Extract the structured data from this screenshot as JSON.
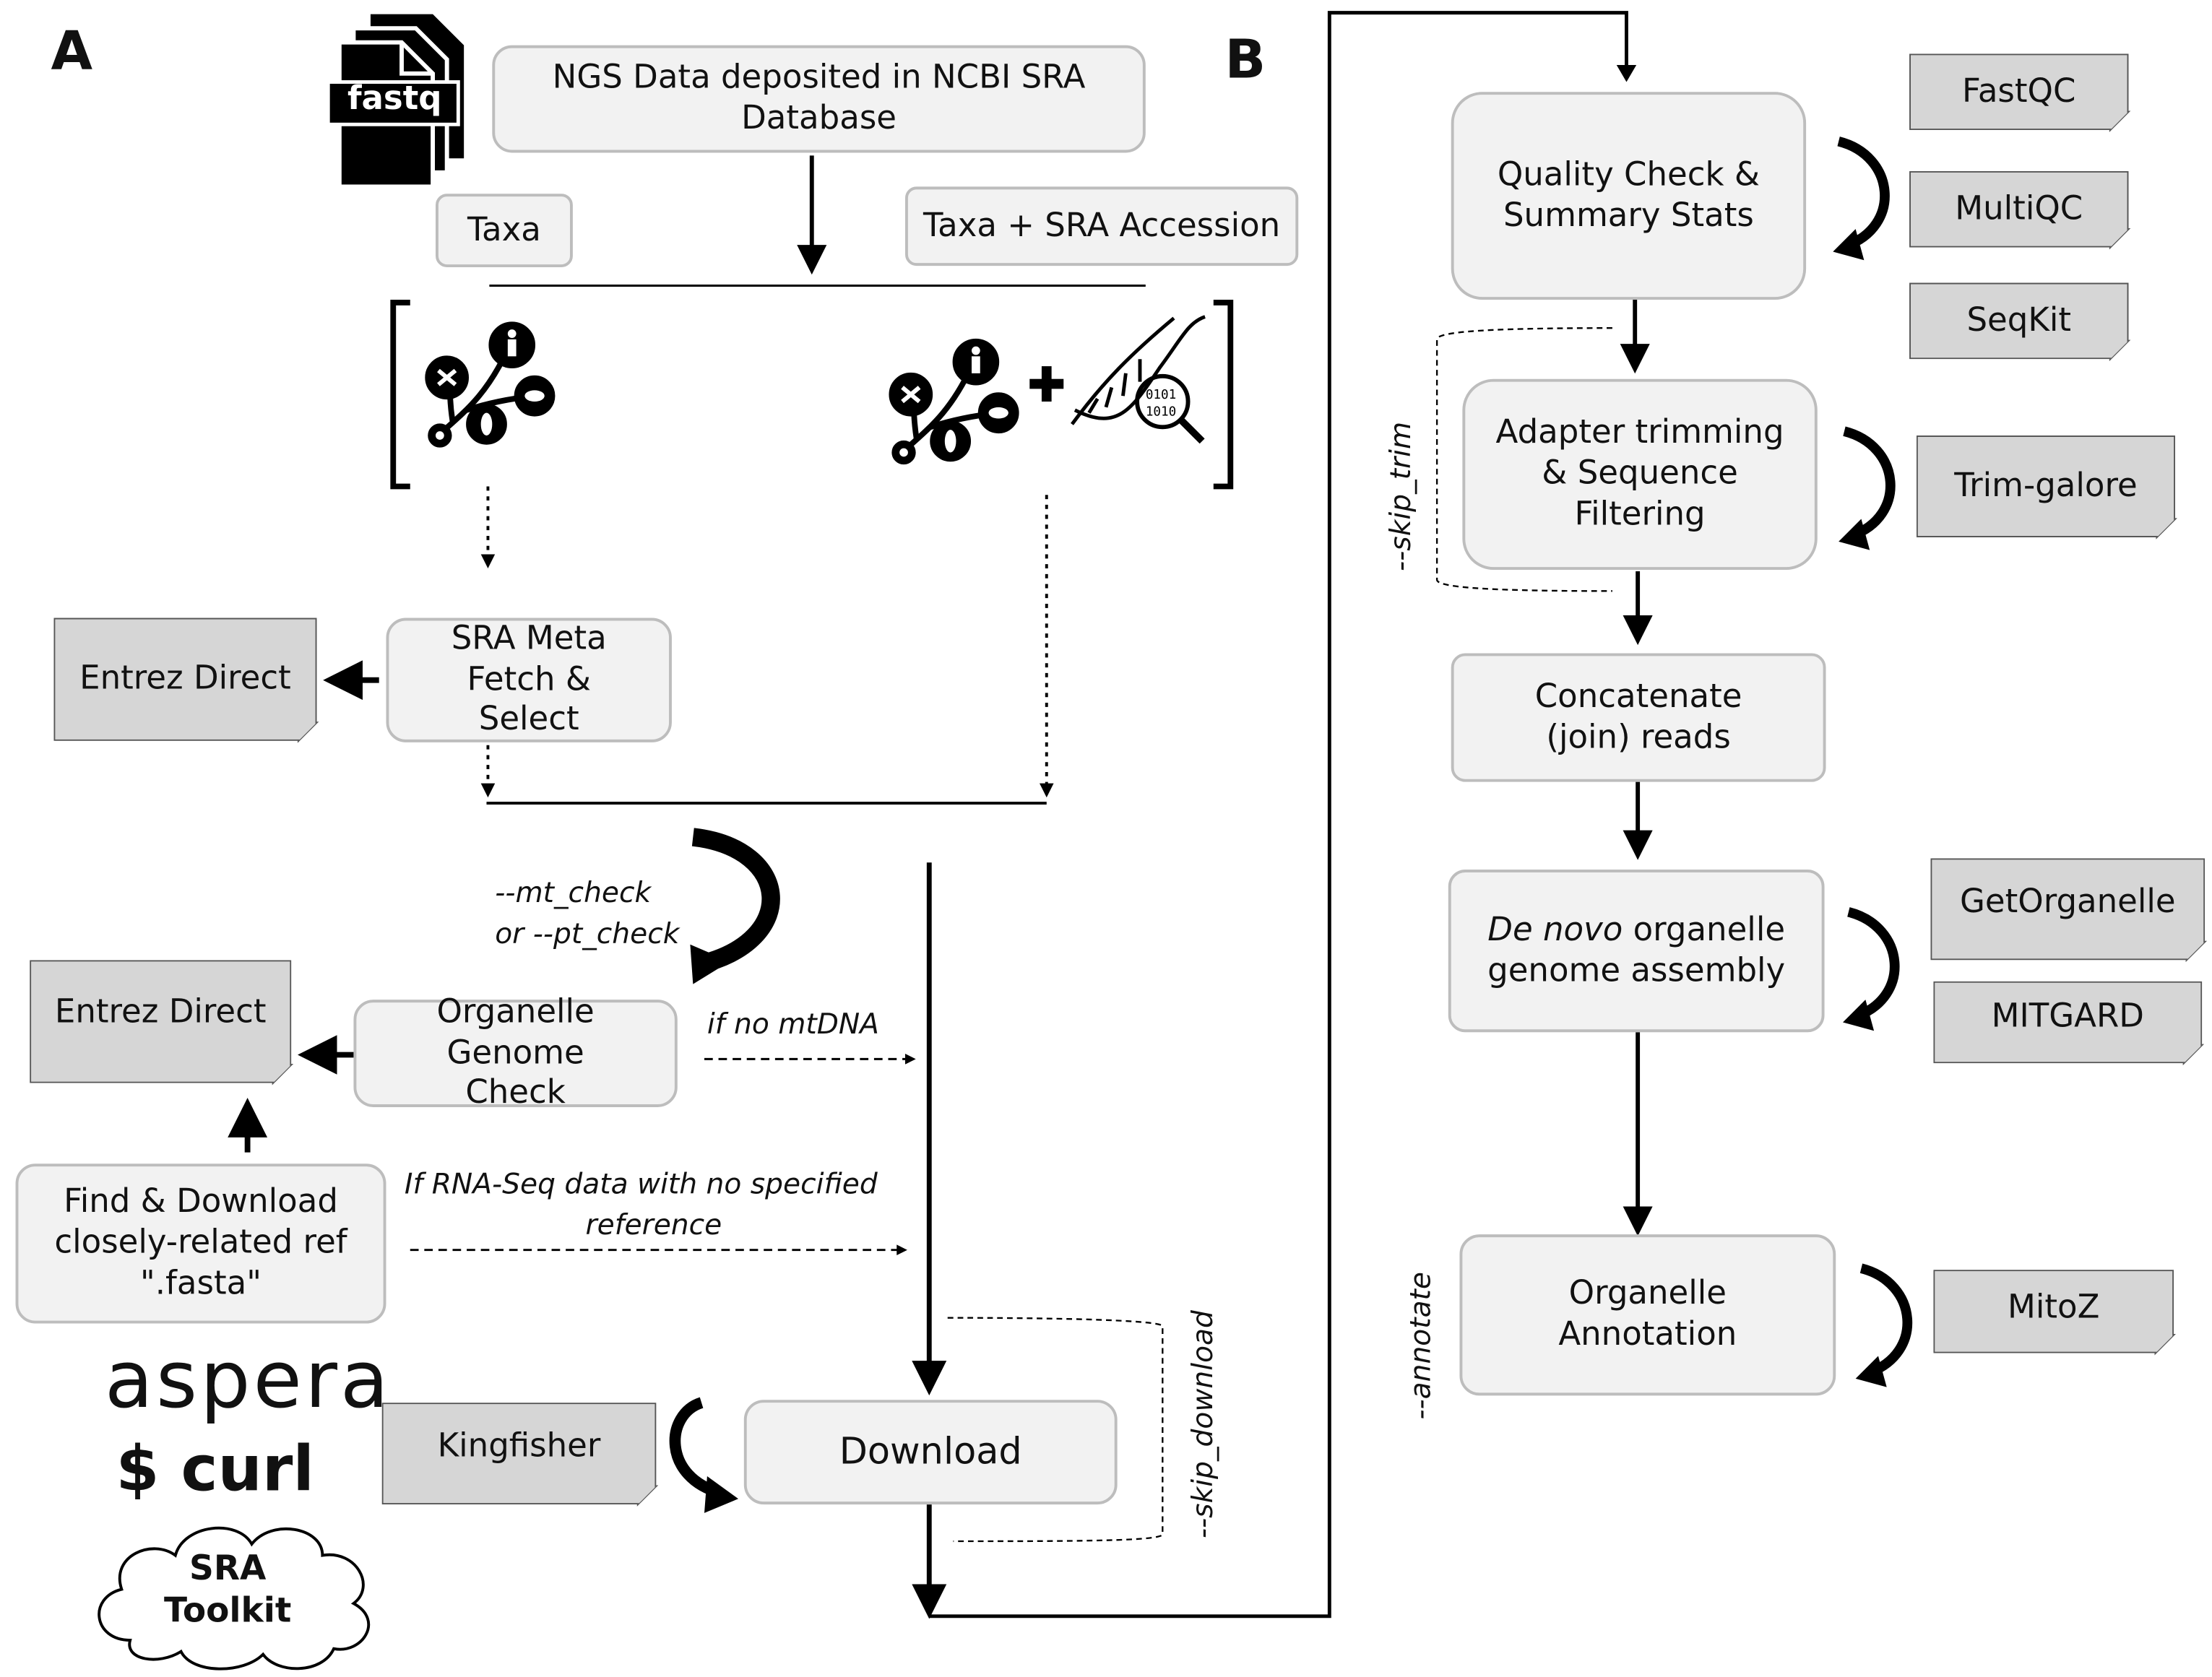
{
  "panels": {
    "a": "A",
    "b": "B"
  },
  "left": {
    "ngs_box": "NGS Data deposited in NCBI SRA Database",
    "fastq_icon": "fastq",
    "taxa": "Taxa",
    "taxa_sra": "Taxa + SRA Accession",
    "sra_meta": "SRA Meta Fetch & Select",
    "entrez_direct_1": "Entrez Direct",
    "mt_check": "--mt_check",
    "pt_check": "or  --pt_check",
    "organelle_check": "Organelle Genome Check",
    "entrez_direct_2": "Entrez Direct",
    "no_mtdna": "if  no mtDNA",
    "rna_seq_line1": "If RNA-Seq data with no specified",
    "rna_seq_line2": "reference",
    "find_download": "Find & Download closely-related ref \".fasta\"",
    "aspera": "aspera",
    "curl": "$ curl",
    "sra_toolkit_1": "SRA",
    "sra_toolkit_2": "Toolkit",
    "kingfisher": "Kingfisher",
    "download": "Download",
    "skip_download": "--skip_download"
  },
  "right": {
    "quality_check": "Quality Check & Summary Stats",
    "fastqc": "FastQC",
    "multiqc": "MultiQC",
    "seqkit": "SeqKit",
    "adapter_trim": "Adapter trimming & Sequence Filtering",
    "trim_galore": "Trim-galore",
    "skip_trim": "--skip_trim",
    "concatenate": "Concatenate (join) reads",
    "de_novo_italic": "De novo",
    "de_novo_rest": " organelle genome assembly",
    "getorganelle": "GetOrganelle",
    "mitgard": "MITGARD",
    "annotation": "Organelle Annotation",
    "annotate": "--annotate",
    "mitoz": "MitoZ"
  },
  "dna_icon_text": [
    "0101",
    "1010"
  ]
}
